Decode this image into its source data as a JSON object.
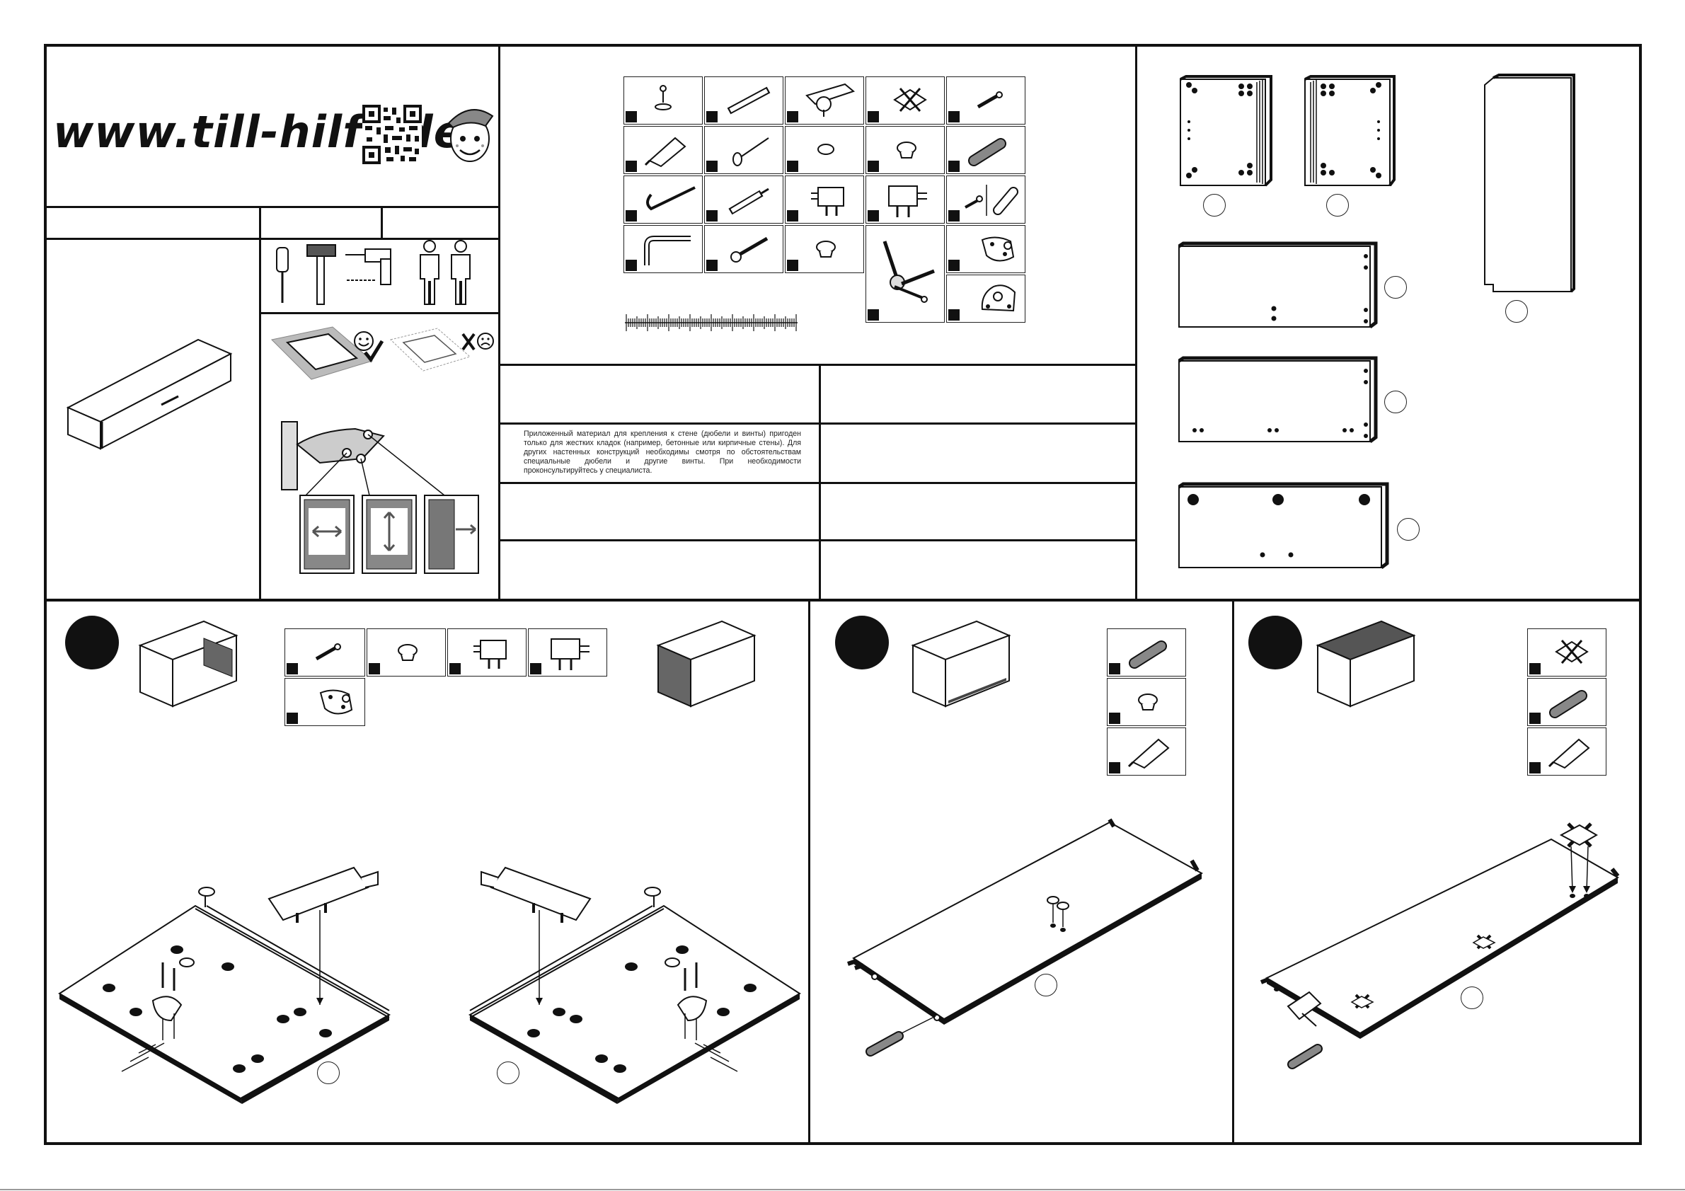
{
  "header": {
    "website": "www.till-hilft.de"
  },
  "notice": {
    "text": "Приложенный материал для крепления к стене (дюбели и винты) пригоден только для жестких кладок (например, бетонные или кирпичные стены). Для других настенных конструкций необходимы смотря по обстоятельствам специальные дюбели и другие винты. При необходимости проконсультируйтесь у специалиста."
  },
  "icons": {
    "qr": "qr-code-icon",
    "mascot": "till-mascot-icon",
    "tools": [
      "screwdriver-icon",
      "hammer-icon",
      "drill-icon",
      "person-icon",
      "person-icon"
    ],
    "smiley": "happy-smiley-icon",
    "sad": "sad-smiley-icon"
  },
  "steps": [
    {
      "id": "step-1"
    },
    {
      "id": "step-2"
    },
    {
      "id": "step-3"
    }
  ]
}
